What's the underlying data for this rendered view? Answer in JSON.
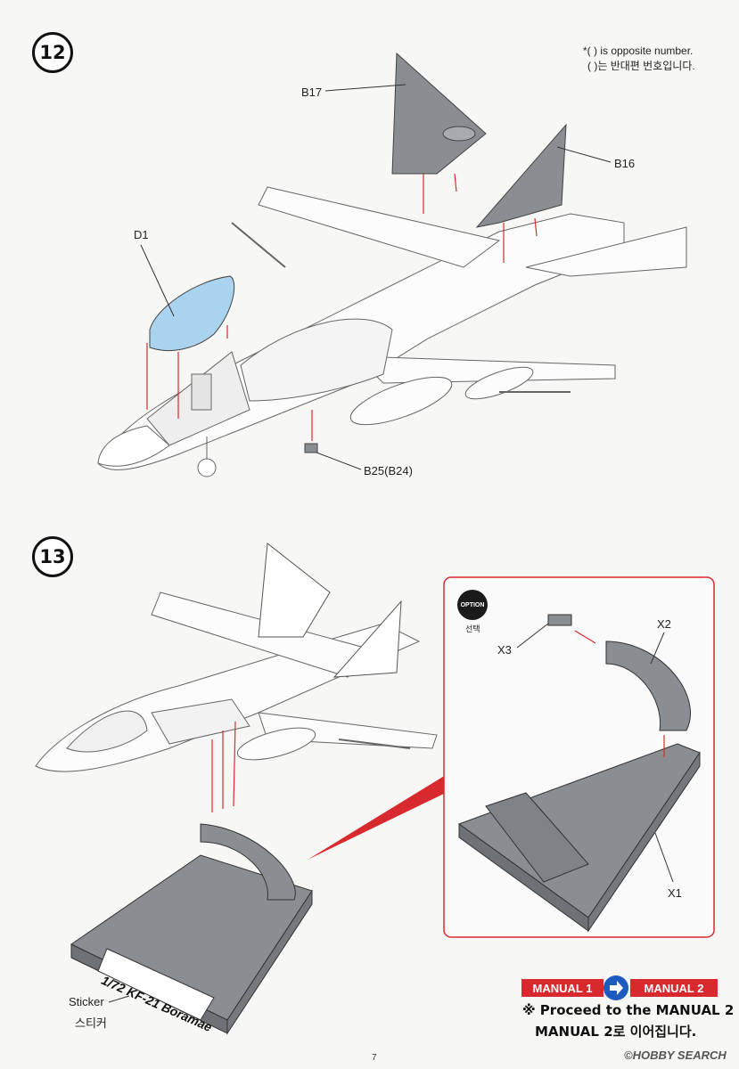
{
  "steps": {
    "step12": {
      "number": "12"
    },
    "step13": {
      "number": "13"
    }
  },
  "notes": {
    "opposite_en": "*(   ) is opposite number.",
    "opposite_ko": "(   )는 반대편 번호입니다."
  },
  "parts": {
    "b17": "B17",
    "b16": "B16",
    "d1": "D1",
    "b25": "B25(B24)",
    "x1": "X1",
    "x2": "X2",
    "x3": "X3"
  },
  "option": {
    "label": "OPTION",
    "sub": "선택"
  },
  "sticker": {
    "en": "Sticker",
    "ko": "스티커",
    "stand_text": "1/72 KF-21 Boramae"
  },
  "manual": {
    "from": "MANUAL 1",
    "to": "MANUAL 2",
    "proceed_en": "※ Proceed to the MANUAL 2",
    "proceed_ko": "MANUAL 2로 이어집니다."
  },
  "footer": {
    "page_number": "7",
    "watermark": "©HOBBY SEARCH"
  },
  "colors": {
    "part_gray": "#8a8d91",
    "canopy_blue": "#a9d3ee",
    "accent_red": "#d82a2e",
    "arrow_blue": "#1e5bbf"
  }
}
